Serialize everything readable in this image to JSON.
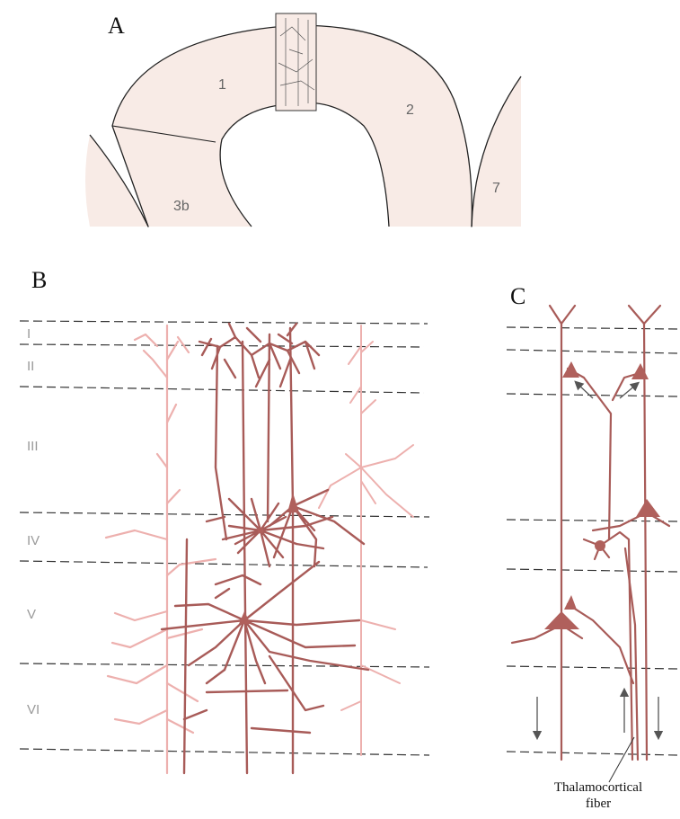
{
  "panels": {
    "a": {
      "letter": "A",
      "areas": [
        "1",
        "2",
        "3b",
        "7"
      ]
    },
    "b": {
      "letter": "B",
      "layers": [
        "I",
        "II",
        "III",
        "IV",
        "V",
        "VI"
      ]
    },
    "c": {
      "letter": "C",
      "fiber_label": [
        "Thalamocortical",
        "fiber"
      ]
    }
  },
  "colors": {
    "cortex_fill": "#f8ebe6",
    "neuron": "#a85b58",
    "neuron_light": "#edb0ae",
    "dashed_line": "#333333"
  }
}
